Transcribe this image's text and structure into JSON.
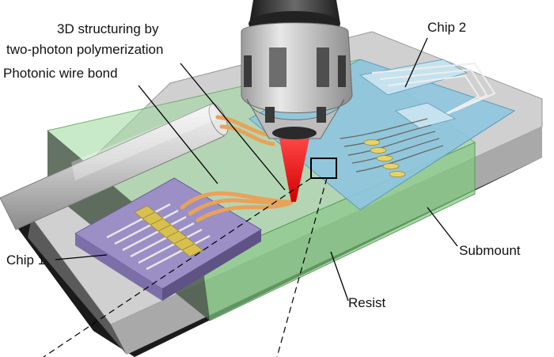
{
  "labels": {
    "structuring_line1": "3D structuring by",
    "structuring_line2": "two-photon polymerization",
    "photonic_wire_bond": "Photonic wire bond",
    "chip1": "Chip 1",
    "chip2": "Chip 2",
    "submount": "Submount",
    "resist": "Resist"
  },
  "colors": {
    "submount": "#cfcfcf",
    "resist": "#8fd18f",
    "chip1": "#9b8fc6",
    "chip2": "#8ec5df",
    "wire_bond": "#e8a25a",
    "laser": "#e01818",
    "gold_pads": "#d8c050"
  }
}
